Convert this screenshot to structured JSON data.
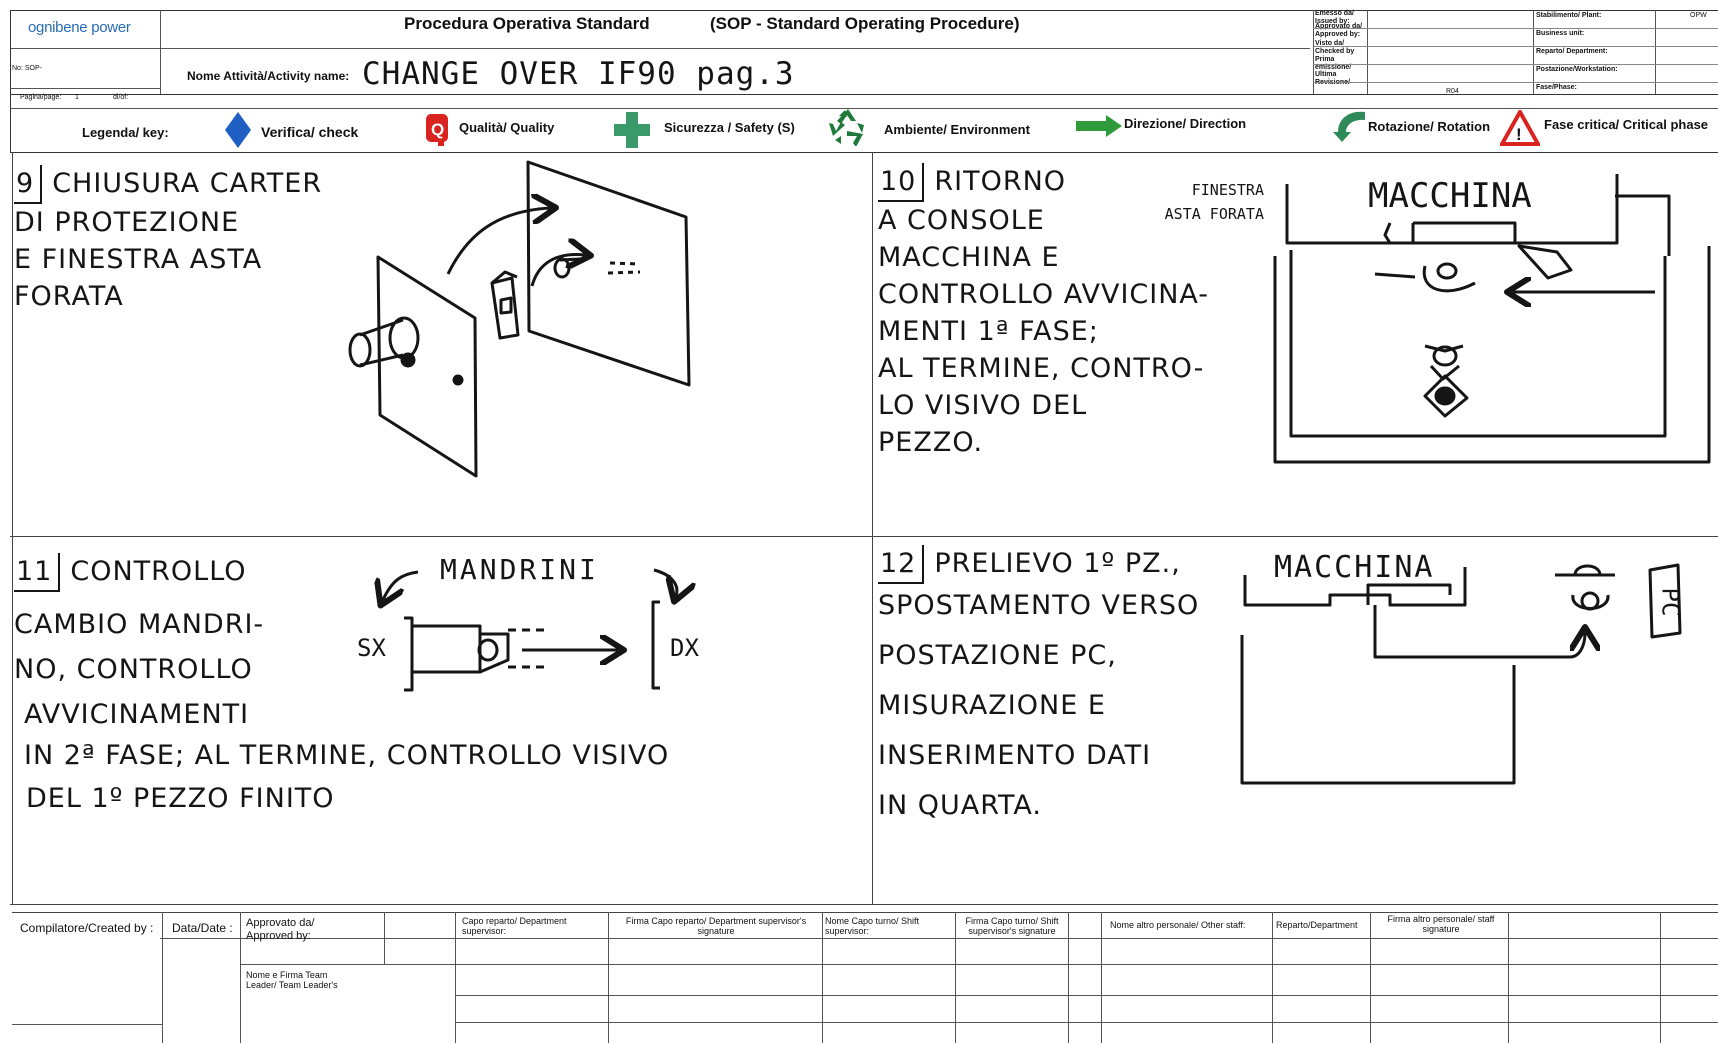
{
  "header": {
    "logo": "ognibene power",
    "title_it": "Procedura Operativa Standard",
    "title_en": "(SOP - Standard Operating Procedure)",
    "no_label": "No: SOP-",
    "page_label": "Pagina/page:",
    "page_num": "1",
    "of_label": "di/of:",
    "activity_label": "Nome Attività/Activity name:",
    "activity_name": "CHANGE OVER IF90 pag.3",
    "meta_left": [
      "Emesso da/ Issued by:",
      "Approvato da/ Approved by:",
      "Visto da/ Checked by",
      "Prima emissione/",
      "Ultima Revisione/"
    ],
    "revision": "R04",
    "meta_right": [
      "Stabilimento/ Plant:",
      "Business unit:",
      "Reparto/ Department:",
      "Postazione/Workstation:",
      "Fase/Phase:"
    ],
    "plant": "OPW"
  },
  "legend": {
    "key_label": "Legenda/ key:",
    "items": [
      {
        "icon": "diamond-icon",
        "label": "Verifica/ check"
      },
      {
        "icon": "quality-icon",
        "label": "Qualità/ Quality"
      },
      {
        "icon": "cross-icon",
        "label": "Sicurezza / Safety (S)"
      },
      {
        "icon": "recycle-icon",
        "label": "Ambiente/ Environment"
      },
      {
        "icon": "arrow-icon",
        "label": "Direzione/ Direction"
      },
      {
        "icon": "rotation-icon",
        "label": "Rotazione/ Rotation"
      },
      {
        "icon": "warning-icon",
        "label": "Fase critica/ Critical phase"
      }
    ],
    "colors": {
      "check": "#1f5fc4",
      "quality": "#d9231e",
      "safety": "#3a9a6a",
      "environment": "#1f7a3a",
      "direction": "#2f9a3a",
      "rotation": "#2f8a5a",
      "critical": "#d9231e"
    }
  },
  "steps": {
    "s9": {
      "num": "9",
      "lines": [
        "CHIUSURA CARTER",
        "DI PROTEZIONE",
        "E FINESTRA ASTA",
        "FORATA"
      ]
    },
    "s10": {
      "num": "10",
      "lines": [
        "RITORNO",
        "A CONSOLE",
        "MACCHINA E",
        "CONTROLLO AVVICINA-",
        "MENTI 1ª FASE;",
        "AL TERMINE, CONTRO-",
        "LO VISIVO DEL",
        "PEZZO."
      ],
      "label_window": [
        "FINESTRA",
        "ASTA FORATA"
      ],
      "label_machine": "MACCHINA"
    },
    "s11": {
      "num": "11",
      "lines": [
        "CONTROLLO",
        "CAMBIO MANDRI-",
        "NO, CONTROLLO",
        "AVVICINAMENTI",
        "IN 2ª FASE; AL TERMINE, CONTROLLO VISIVO",
        "DEL 1º PEZZO FINITO"
      ],
      "label_spindles": "MANDRINI",
      "label_sx": "SX",
      "label_dx": "DX"
    },
    "s12": {
      "num": "12",
      "lines": [
        "PRELIEVO 1º PZ.,",
        "SPOSTAMENTO VERSO",
        "POSTAZIONE PC,",
        "MISURAZIONE E",
        "INSERIMENTO DATI",
        "IN QUARTA."
      ],
      "label_machine": "MACCHINA",
      "label_pc": "PC"
    }
  },
  "footer": {
    "created_by": "Compilatore/Created by :",
    "date": "Data/Date :",
    "approved_by": "Approvato da/ Approved by:",
    "team_leader": "Nome e Firma Team Leader/ Team Leader's",
    "cols": [
      "Capo reparto/ Department supervisor:",
      "Firma Capo reparto/ Department supervisor's signature",
      "Nome Capo turno/ Shift supervisor:",
      "Firma Capo turno/ Shift supervisor's signature",
      "Nome altro personale/ Other staff:",
      "Reparto/Department",
      "Firma altro personale/ staff signature"
    ]
  }
}
